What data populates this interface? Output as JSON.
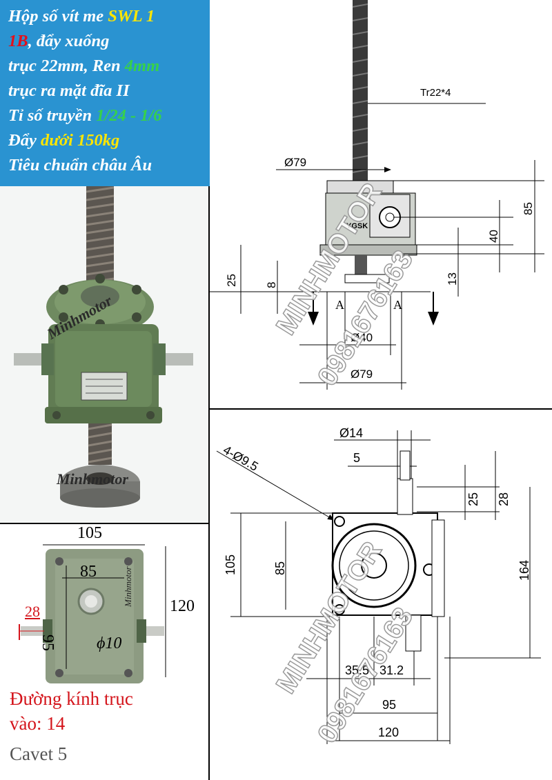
{
  "info": {
    "line1_a": "Hộp số vít me ",
    "line1_b": "SWL 1",
    "line2_a": "1B",
    "line2_b": ", đẩy xuống",
    "line3_a": "trục 22mm, Ren ",
    "line3_b": "4mm",
    "line4": "trục ra mặt đĩa II",
    "line5_a": "Tỉ số truyền ",
    "line5_b": "1/24 - 1/6",
    "line6_a": "Đẩy ",
    "line6_b": "dưới 150kg",
    "line7": "Tiêu chuẩn châu Âu"
  },
  "photo": {
    "watermark_top": "Minhmotor",
    "watermark_bottom": "Minhmotor"
  },
  "base_photo": {
    "dim_width": "105",
    "dim_holes": "85",
    "dim_height": "120",
    "dim_holes_vertical": "95",
    "dim_shaft": "28",
    "dim_hole_dia": "ϕ10",
    "watermark": "Minhmotor"
  },
  "captions": {
    "shaft_line1": "Đường kính trục",
    "shaft_line2": "vào: 14",
    "cavet": "Cavet 5"
  },
  "side_drawing": {
    "thread": "Tr22*4",
    "dia_top": "Ø79",
    "dim_85": "85",
    "dim_40": "40",
    "dim_13": "13",
    "dim_25": "25",
    "dim_8": "8",
    "section_left": "A",
    "section_right": "A",
    "dia_40": "Ø40",
    "dia_79": "Ø79",
    "brand": "YGSK"
  },
  "top_drawing": {
    "dia_14": "Ø14",
    "dim_5": "5",
    "holes": "4-Ø9.5",
    "dim_25": "25",
    "dim_28": "28",
    "dim_105": "105",
    "dim_85": "85",
    "dim_164": "164",
    "dim_35_5": "35.5",
    "dim_31_2": "31.2",
    "dim_95": "95",
    "dim_120": "120"
  },
  "watermarks": {
    "name": "MINHMOTOR",
    "phone": "0981676163"
  },
  "colors": {
    "blue_box": "#2a93d1",
    "yellow": "#ffe600",
    "red": "#e3101b",
    "green": "#37d14a",
    "gearbox_green": "#5f7a52"
  }
}
